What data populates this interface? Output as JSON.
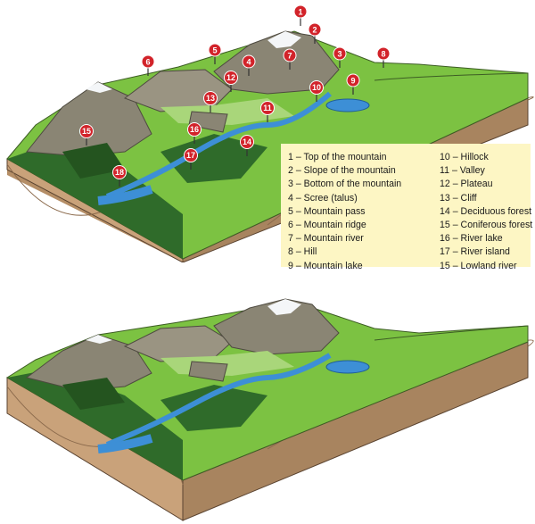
{
  "pins": [
    {
      "n": "1"
    },
    {
      "n": "2"
    },
    {
      "n": "3"
    },
    {
      "n": "4"
    },
    {
      "n": "5"
    },
    {
      "n": "6"
    },
    {
      "n": "7"
    },
    {
      "n": "8"
    },
    {
      "n": "9"
    },
    {
      "n": "10"
    },
    {
      "n": "11"
    },
    {
      "n": "12"
    },
    {
      "n": "13"
    },
    {
      "n": "14"
    },
    {
      "n": "15"
    },
    {
      "n": "16"
    },
    {
      "n": "17"
    },
    {
      "n": "18"
    }
  ],
  "legend": {
    "col_a": [
      "1 – Top of the mountain",
      "2 – Slope of the mountain",
      "3 – Bottom of the mountain",
      "4 – Scree (talus)",
      "5 – Mountain pass",
      "6 – Mountain ridge",
      "7 – Mountain river",
      "8 – Hill",
      "9 – Mountain lake"
    ],
    "col_b": [
      "10 – Hillock",
      "11 – Valley",
      "12 – Plateau",
      "13 – Cliff",
      "14 – Deciduous forest",
      "15 – Coniferous forest",
      "16 – River lake",
      "17 – River island",
      "15 – Lowland river"
    ]
  },
  "colors": {
    "pin": "#d2232a",
    "rock": "#8a8574",
    "snow": "#f4f6f8",
    "meadow": "#7cc242",
    "dark_forest": "#2f6b2a",
    "water": "#3d8fd6",
    "soil": "#c9a27a",
    "legend_bg": "#fdf6c4"
  }
}
